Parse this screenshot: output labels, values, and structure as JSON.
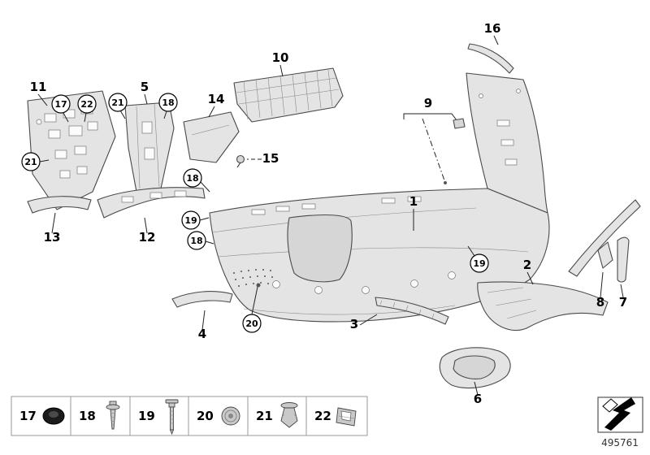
{
  "part_number": "495761",
  "colors": {
    "background": "#ffffff",
    "part_fill": "#e4e4e4",
    "outline": "#4a4a4a",
    "label": "#000000"
  },
  "labels": {
    "l1": "1",
    "l2": "2",
    "l3": "3",
    "l4": "4",
    "l5": "5",
    "l6": "6",
    "l7": "7",
    "l8": "8",
    "l9": "9",
    "l10": "10",
    "l11": "11",
    "l12": "12",
    "l13": "13",
    "l14": "14",
    "l15": "15",
    "l16": "16"
  },
  "callouts": {
    "c17a": "17",
    "c22a": "22",
    "c21a": "21",
    "c21b": "21",
    "c18a": "18",
    "c18b": "18",
    "c19a": "19",
    "c18c": "18",
    "c19b": "19",
    "c20a": "20"
  },
  "legend": {
    "items": [
      {
        "number": "17",
        "icon": "grommet-icon"
      },
      {
        "number": "18",
        "icon": "screw-icon"
      },
      {
        "number": "19",
        "icon": "expansion-rivet-pin-icon"
      },
      {
        "number": "20",
        "icon": "plastic-nut-icon"
      },
      {
        "number": "21",
        "icon": "expanding-rivet-icon"
      },
      {
        "number": "22",
        "icon": "clamp-clip-icon"
      }
    ]
  }
}
